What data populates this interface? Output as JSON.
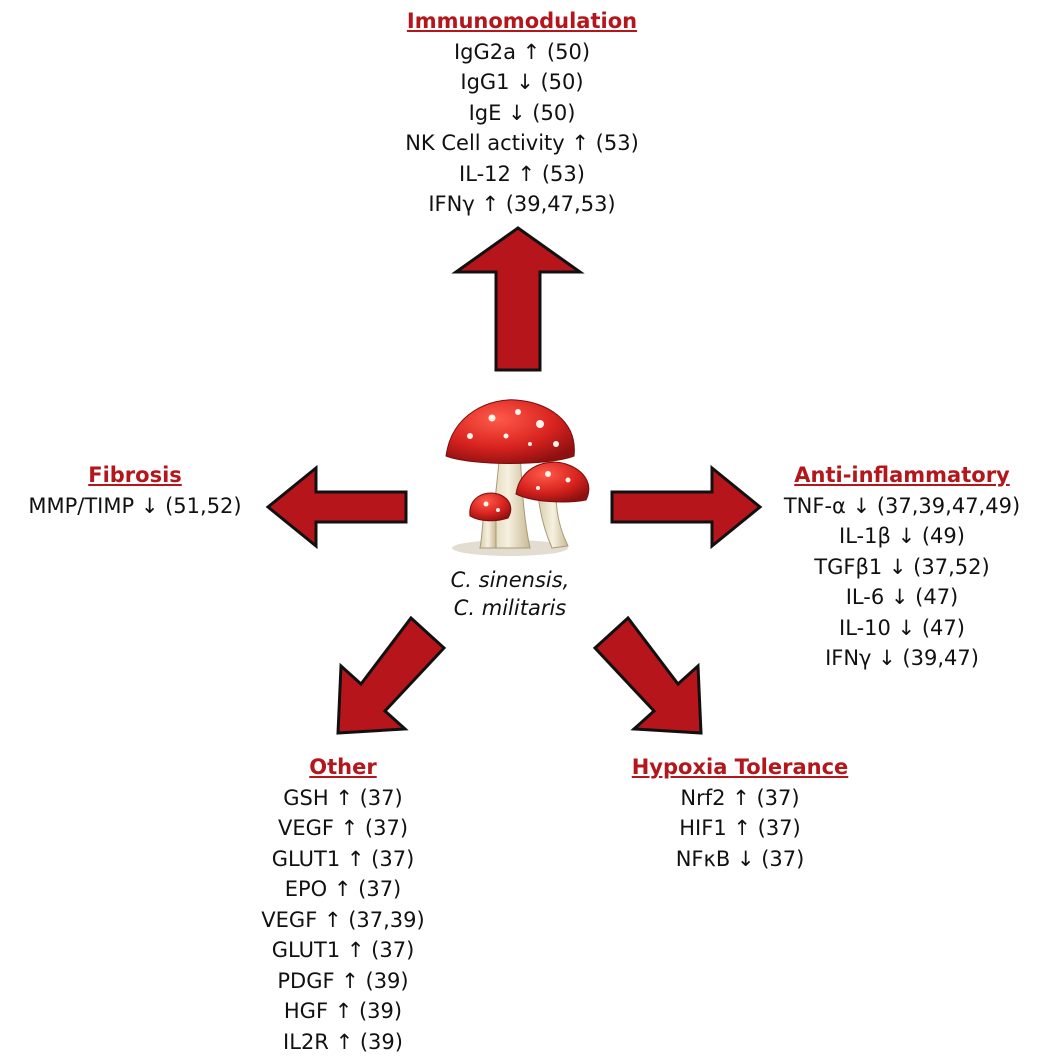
{
  "center": {
    "line1": "C. sinensis,",
    "line2": "C. militaris"
  },
  "immunomodulation": {
    "title": "Immunomodulation",
    "items": [
      "IgG2a ↑ (50)",
      "IgG1 ↓ (50)",
      "IgE ↓ (50)",
      "NK Cell activity ↑ (53)",
      "IL-12 ↑ (53)",
      "IFNγ ↑ (39,47,53)"
    ]
  },
  "fibrosis": {
    "title": "Fibrosis",
    "items": [
      "MMP/TIMP ↓ (51,52)"
    ]
  },
  "anti_inflammatory": {
    "title": "Anti-inflammatory",
    "items": [
      "TNF-α ↓ (37,39,47,49)",
      "IL-1β ↓ (49)",
      "TGFβ1 ↓ (37,52)",
      "IL-6 ↓ (47)",
      "IL-10 ↓ (47)",
      "IFNγ ↓ (39,47)"
    ]
  },
  "other": {
    "title": "Other",
    "items": [
      "GSH ↑ (37)",
      "VEGF ↑ (37)",
      "GLUT1 ↑ (37)",
      "EPO ↑ (37)",
      "VEGF ↑ (37,39)",
      "GLUT1 ↑ (37)",
      "PDGF ↑ (39)",
      "HGF ↑ (39)",
      "IL2R ↑ (39)"
    ]
  },
  "hypoxia": {
    "title": "Hypoxia Tolerance",
    "items": [
      "Nrf2 ↑ (37)",
      "HIF1 ↑ (37)",
      "NFκB ↓ (37)"
    ]
  },
  "colors": {
    "heading": "#b3161b",
    "arrow_fill": "#b5151b",
    "arrow_stroke": "#111111",
    "mushroom_cap": "#d8231f",
    "mushroom_stem": "#efe6cf"
  }
}
